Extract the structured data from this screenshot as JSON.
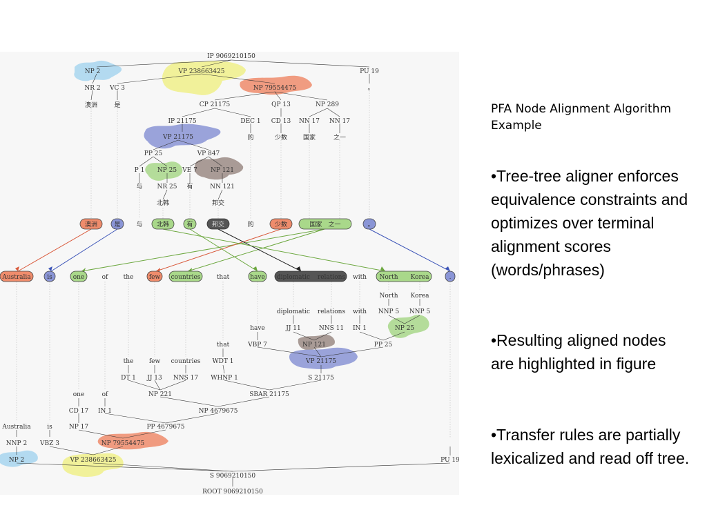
{
  "slide": {
    "title": "PFA Node Alignment Algorithm Example",
    "bullets": [
      "•Tree-tree aligner enforces  equivalence constraints and optimizes over terminal alignment scores (words/phrases)",
      "•Resulting aligned nodes are highlighted in figure",
      "•Transfer rules are partially lexicalized and read off tree."
    ]
  },
  "colors": {
    "blue": "#8a95d6",
    "yellow": "#f0f08a",
    "salmon": "#ef8c6c",
    "green": "#a9d88a",
    "gray": "#9c8c86",
    "lightblue": "#a8d6ef",
    "dark": "#555555"
  },
  "source_tree": {
    "nodes": {
      "ip_root": "IP 9069210150",
      "np2": "NP 2",
      "vp238": "VP 238663425",
      "pu19": "PU 19",
      "nr2": "NR 2",
      "vc3": "VC 3",
      "np79": "NP 79554475",
      "period": "。",
      "cp": "CP 21175",
      "qp": "QP 13",
      "np289": "NP 289",
      "ip21175": "IP 21175",
      "dec1": "DEC 1",
      "cd13": "CD 13",
      "nn17a": "NN 17",
      "nn17b": "NN 17",
      "vp21175": "VP 21175",
      "de": "的",
      "shaoshu": "少数",
      "guojia": "国家",
      "zhiyi": "之一",
      "pp25": "PP 25",
      "vp847": "VP 847",
      "p1": "P 1",
      "np25": "NP 25",
      "ve7": "VE 7",
      "np121": "NP 121",
      "yu": "与",
      "nr25": "NR 25",
      "you": "有",
      "nn121": "NN 121",
      "beihan": "北韩",
      "bangjiao": "邦交",
      "aozhou": "澳洲",
      "shi": "是"
    },
    "leaves": [
      "澳洲",
      "是",
      "与",
      "北韩",
      "有",
      "邦交",
      "的",
      "少数",
      "国家　之一",
      "。"
    ]
  },
  "target_leaves": [
    "Australia",
    "is",
    "one",
    "of",
    "the",
    "few",
    "countries",
    "that",
    "have",
    "diplomatic",
    "relations",
    "with",
    "North",
    "Korea",
    "."
  ],
  "target_tree": {
    "words": {
      "north": "North",
      "korea": "Korea",
      "diplomatic": "diplomatic",
      "relations": "relations",
      "with": "with",
      "have": "have",
      "that": "that",
      "the": "the",
      "few": "few",
      "countries": "countries",
      "one": "one",
      "of": "of",
      "australia": "Australia",
      "is": "is"
    },
    "nodes": {
      "nnp5a": "NNP 5",
      "nnp5b": "NNP 5",
      "np25": "NP 25",
      "jj11": "JJ 11",
      "nns11": "NNS 11",
      "in1a": "IN 1",
      "vbp7": "VBP 7",
      "np121": "NP 121",
      "pp25": "PP 25",
      "vp21175": "VP 21175",
      "wdt1": "WDT 1",
      "dt1": "DT 1",
      "jj13": "JJ 13",
      "nns17": "NNS 17",
      "whnp1": "WHNP 1",
      "s21175": "S 21175",
      "np221": "NP 221",
      "sbar": "SBAR 21175",
      "cd17": "CD 17",
      "in1b": "IN 1",
      "np4679675": "NP 4679675",
      "np17": "NP 17",
      "pp4679675": "PP 4679675",
      "nnp2": "NNP 2",
      "vbz3": "VBZ 3",
      "np79": "NP 79554475",
      "np2": "NP 2",
      "vp238": "VP 238663425",
      "pu19": "PU 19",
      "s_root": "S 9069210150",
      "root": "ROOT 9069210150"
    }
  }
}
